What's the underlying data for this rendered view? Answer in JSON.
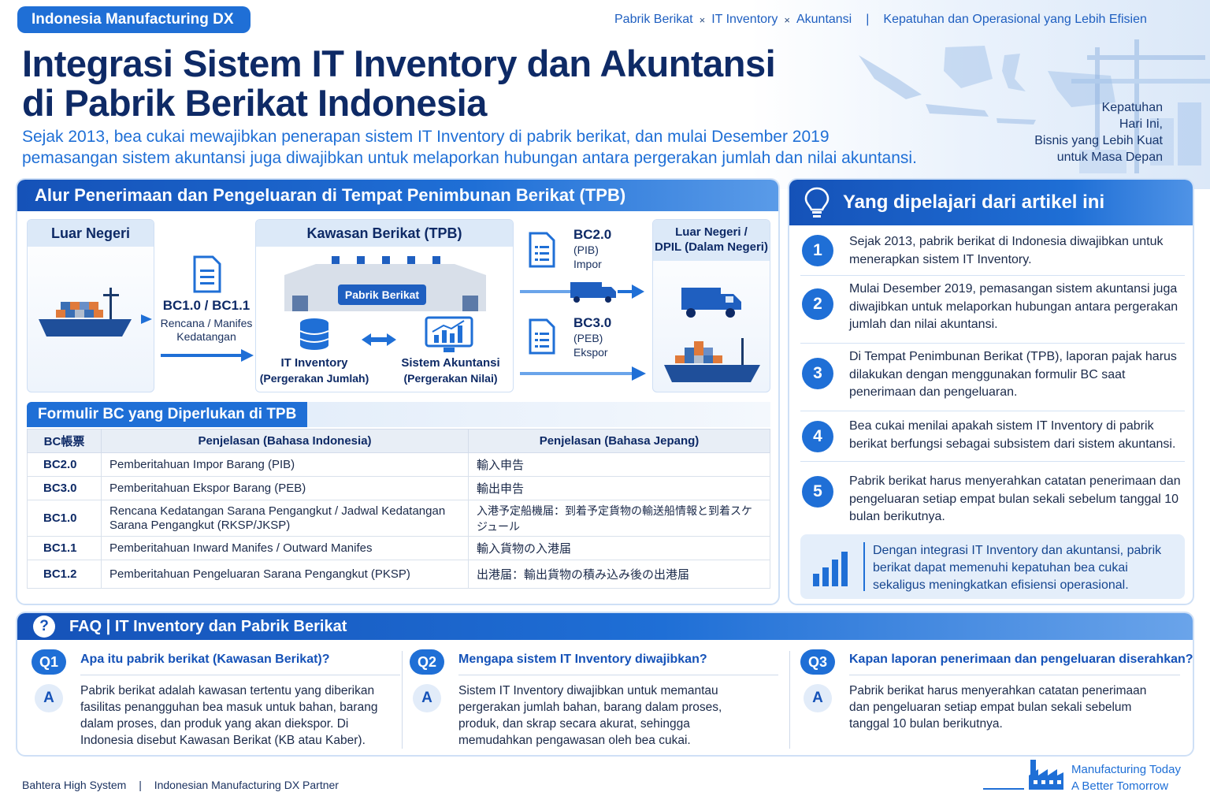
{
  "badge": "Indonesia Manufacturing DX",
  "top_nav": {
    "items": [
      "Pabrik Berikat",
      "IT Inventory",
      "Akuntansi"
    ],
    "separator": "×",
    "tagline": "Kepatuhan dan Operasional yang Lebih Efisien"
  },
  "title_line1": "Integrasi Sistem IT Inventory dan Akuntansi",
  "title_line2": "di Pabrik Berikat Indonesia",
  "subtitle_line1": "Sejak 2013, bea cukai mewajibkan penerapan sistem IT Inventory di pabrik berikat, dan mulai Desember 2019",
  "subtitle_line2": "pemasangan sistem akuntansi juga diwajibkan untuk melaporkan hubungan antara pergerakan jumlah dan nilai akuntansi.",
  "slogan": [
    "Kepatuhan",
    "Hari Ini,",
    "Bisnis yang Lebih Kuat",
    "untuk Masa Depan"
  ],
  "flow": {
    "header": "Alur Penerimaan dan Pengeluaran di Tempat Penimbunan Berikat (TPB)",
    "origin": "Luar Negeri",
    "bc_in_code": "BC1.0 / BC1.1",
    "bc_in_desc1": "Rencana / Manifes",
    "bc_in_desc2": "Kedatangan",
    "tpb_title": "Kawasan Berikat (TPB)",
    "factory_label": "Pabrik Berikat",
    "it_inventory": "IT Inventory",
    "it_inventory_sub": "(Pergerakan Jumlah)",
    "accounting": "Sistem Akuntansi",
    "accounting_sub": "(Pergerakan Nilai)",
    "bc20_code": "BC2.0",
    "bc20_doc": "(PIB)",
    "bc20_type": "Impor",
    "bc30_code": "BC3.0",
    "bc30_doc": "(PEB)",
    "bc30_type": "Ekspor",
    "dest_line1": "Luar Negeri /",
    "dest_line2": "DPIL (Dalam Negeri)"
  },
  "table": {
    "title": "Formulir BC yang Diperlukan di TPB",
    "headers": [
      "BC帳票",
      "Penjelasan (Bahasa Indonesia)",
      "Penjelasan (Bahasa Jepang)"
    ],
    "rows": [
      {
        "code": "BC2.0",
        "id": "Pemberitahuan Impor Barang (PIB)",
        "jp": "輸入申告"
      },
      {
        "code": "BC3.0",
        "id": "Pemberitahuan Ekspor Barang (PEB)",
        "jp": "輸出申告"
      },
      {
        "code": "BC1.0",
        "id": "Rencana Kedatangan Sarana Pengangkut / Jadwal Kedatangan Sarana Pengangkut (RKSP/JKSP)",
        "jp": "入港予定船機届：到着予定貨物の輸送船情報と到着スケジュール"
      },
      {
        "code": "BC1.1",
        "id": "Pemberitahuan Inward Manifes / Outward Manifes",
        "jp": "輸入貨物の入港届"
      },
      {
        "code": "BC1.2",
        "id": "Pemberitahuan Pengeluaran Sarana Pengangkut (PKSP)",
        "jp": "出港届：輸出貨物の積み込み後の出港届"
      }
    ]
  },
  "learn": {
    "title": "Yang dipelajari dari artikel ini",
    "items": [
      {
        "num": "1",
        "text": "Sejak 2013, pabrik berikat di Indonesia diwajibkan untuk menerapkan sistem IT Inventory."
      },
      {
        "num": "2",
        "text": "Mulai Desember 2019, pemasangan sistem akuntansi juga diwajibkan untuk melaporkan hubungan antara pergerakan jumlah dan nilai akuntansi."
      },
      {
        "num": "3",
        "text": "Di Tempat Penimbunan Berikat (TPB), laporan pajak harus dilakukan dengan menggunakan formulir BC saat penerimaan dan pengeluaran."
      },
      {
        "num": "4",
        "text": "Bea cukai menilai apakah sistem IT Inventory di pabrik berikat berfungsi sebagai subsistem dari sistem akuntansi."
      },
      {
        "num": "5",
        "text": "Pabrik berikat harus menyerahkan catatan penerimaan dan pengeluaran setiap empat bulan sekali sebelum tanggal 10 bulan berikutnya."
      }
    ],
    "summary": "Dengan integrasi IT Inventory dan akuntansi, pabrik berikat dapat memenuhi kepatuhan bea cukai sekaligus meningkatkan efisiensi operasional."
  },
  "faq": {
    "title": "FAQ  |  IT Inventory dan Pabrik Berikat",
    "answer_badge": "A",
    "items": [
      {
        "badge": "Q1",
        "q": "Apa itu pabrik berikat (Kawasan Berikat)?",
        "a": "Pabrik berikat adalah kawasan tertentu yang diberikan fasilitas penangguhan bea masuk untuk bahan, barang dalam proses, dan produk yang akan diekspor. Di Indonesia disebut Kawasan Berikat (KB atau Kaber)."
      },
      {
        "badge": "Q2",
        "q": "Mengapa sistem IT Inventory diwajibkan?",
        "a": "Sistem IT Inventory diwajibkan untuk memantau pergerakan jumlah bahan, barang dalam proses, produk, dan skrap secara akurat, sehingga memudahkan pengawasan oleh bea cukai."
      },
      {
        "badge": "Q3",
        "q": "Kapan laporan penerimaan dan pengeluaran diserahkan?",
        "a": "Pabrik berikat harus menyerahkan catatan penerimaan dan pengeluaran setiap empat bulan sekali sebelum tanggal 10 bulan berikutnya."
      }
    ]
  },
  "footer": {
    "company": "Bahtera High System",
    "role": "Indonesian Manufacturing DX Partner",
    "tagline1": "Manufacturing Today",
    "tagline2": "A Better Tomorrow"
  },
  "colors": {
    "primary": "#1f6fd6",
    "navy": "#0e2a66",
    "light": "#e4eefa"
  }
}
